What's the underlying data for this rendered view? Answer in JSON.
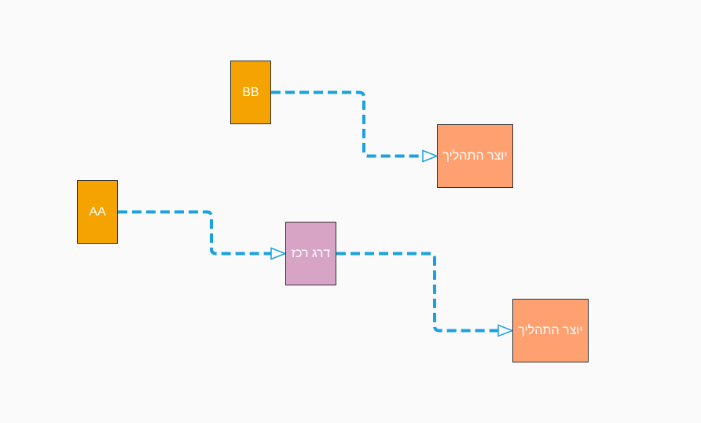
{
  "colors": {
    "background": "#fafafa",
    "connector": "#1ba1e2",
    "source_node": "#f5a300",
    "intermediate_node": "#d8a4c6",
    "output_node": "#ffa071",
    "node_border": "#333333",
    "node_text": "#ffffff"
  },
  "nodes": {
    "bb": {
      "label": "BB"
    },
    "aa": {
      "label": "AA"
    },
    "mid": {
      "label": "דרג רכז"
    },
    "out1": {
      "label": "יוצר התהליך"
    },
    "out2": {
      "label": "יוצר התהליך"
    }
  },
  "edges": [
    {
      "from": "bb",
      "to": "out1",
      "style": "dashed",
      "arrow": "open-triangle"
    },
    {
      "from": "aa",
      "to": "mid",
      "style": "dashed",
      "arrow": "open-triangle"
    },
    {
      "from": "mid",
      "to": "out2",
      "style": "dashed",
      "arrow": "open-triangle"
    }
  ]
}
